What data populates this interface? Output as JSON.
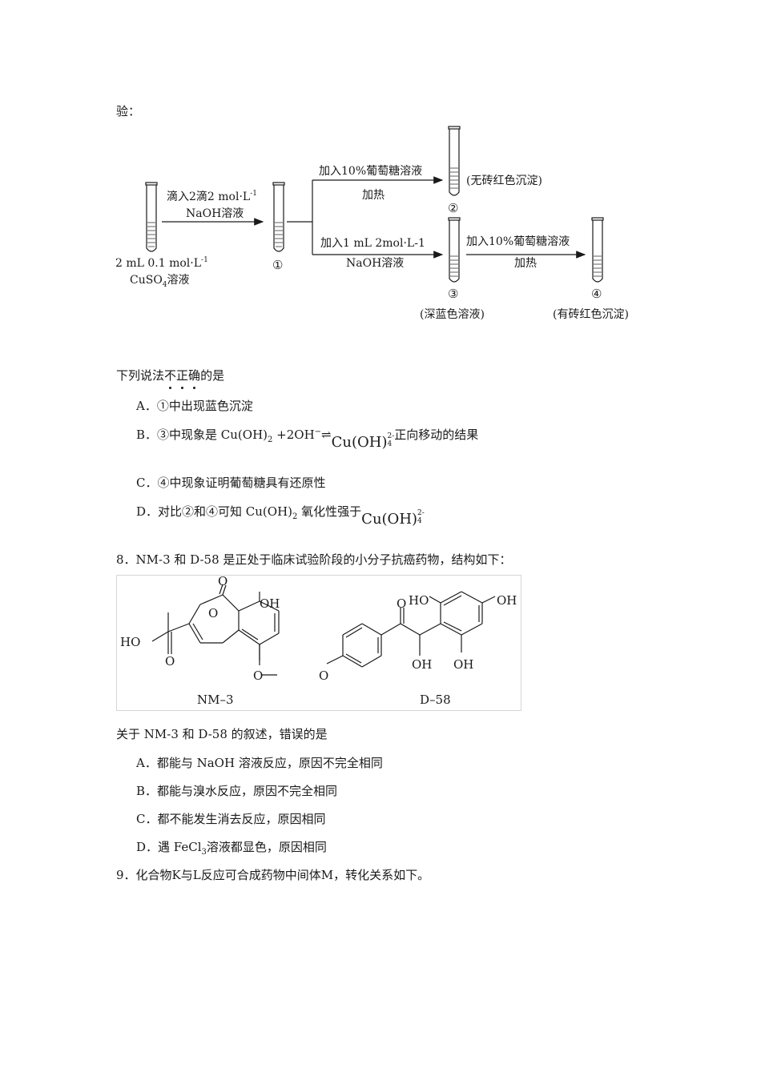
{
  "intro": "验：",
  "diagram": {
    "start_amount": "2 mL 0.1 mol·L",
    "start_amount_sup": "-1",
    "start_reagent": "CuSO",
    "start_reagent_sub": "4",
    "start_reagent_tail": "溶液",
    "step1_line1": "滴入2滴2 mol·L",
    "step1_line1_sup": "-1",
    "step1_line2": "NaOH溶液",
    "tube1_label": "①",
    "upper_line1": "加入10%葡萄糖溶液",
    "upper_line2": "加热",
    "tube2_label": "②",
    "tube2_note": "(无砖红色沉淀)",
    "lower_line1": "加入1 mL 2mol·L-1",
    "lower_line2": "NaOH溶液",
    "tube3_label": "③",
    "tube3_note": "(深蓝色溶液)",
    "right_line1": "加入10%葡萄糖溶液",
    "right_line2": "加热",
    "tube4_label": "④",
    "tube4_note": "(有砖红色沉淀)"
  },
  "q7": {
    "stem_pre": "下列说法",
    "stem_emph": [
      "不",
      "正",
      "确"
    ],
    "stem_post": "的是",
    "option_a": "A．①中出现蓝色沉淀",
    "option_b_pre": "B．③中现象是 Cu(OH)",
    "option_b_sub": "2",
    "option_b_mid": " +2OH",
    "option_b_sup": "−",
    "option_b_arrow": "⇌",
    "option_b_big": "Cu(OH)",
    "option_b_big_sub": "4",
    "option_b_big_sup": "2-",
    "option_b_post": "正向移动的结果",
    "option_c": "C．④中现象证明葡萄糖具有还原性",
    "option_d_pre": "D．对比②和④可知 Cu(OH)",
    "option_d_sub": "2",
    "option_d_mid": " 氧化性强于",
    "option_d_big": "Cu(OH)",
    "option_d_big_sub": "4",
    "option_d_big_sup": "2-"
  },
  "q8": {
    "stem": "8．NM-3 和 D-58 是正处于临床试验阶段的小分子抗癌药物，结构如下：",
    "nm3": {
      "name": "NM–3",
      "oh": "OH",
      "o_top": "O",
      "ho": "HO",
      "o_acid": "O",
      "o_ring": "O",
      "o_meo": "O"
    },
    "d58": {
      "name": "D–58",
      "ho_top": "HO",
      "oh_top": "OH",
      "o_ketone": "O",
      "oh_mid": "OH",
      "oh_bot": "OH",
      "o_meo": "O"
    },
    "sub_stem": "关于 NM-3 和 D-58 的叙述，错误的是",
    "option_a": "A．都能与 NaOH 溶液反应，原因不完全相同",
    "option_b": "B．都能与溴水反应，原因不完全相同",
    "option_c": "C．都不能发生消去反应，原因相同",
    "option_d_pre": "D．遇 FeCl",
    "option_d_sub": "3",
    "option_d_post": "溶液都显色，原因相同"
  },
  "q9": {
    "stem": "9．化合物K与L反应可合成药物中间体M，转化关系如下。"
  }
}
